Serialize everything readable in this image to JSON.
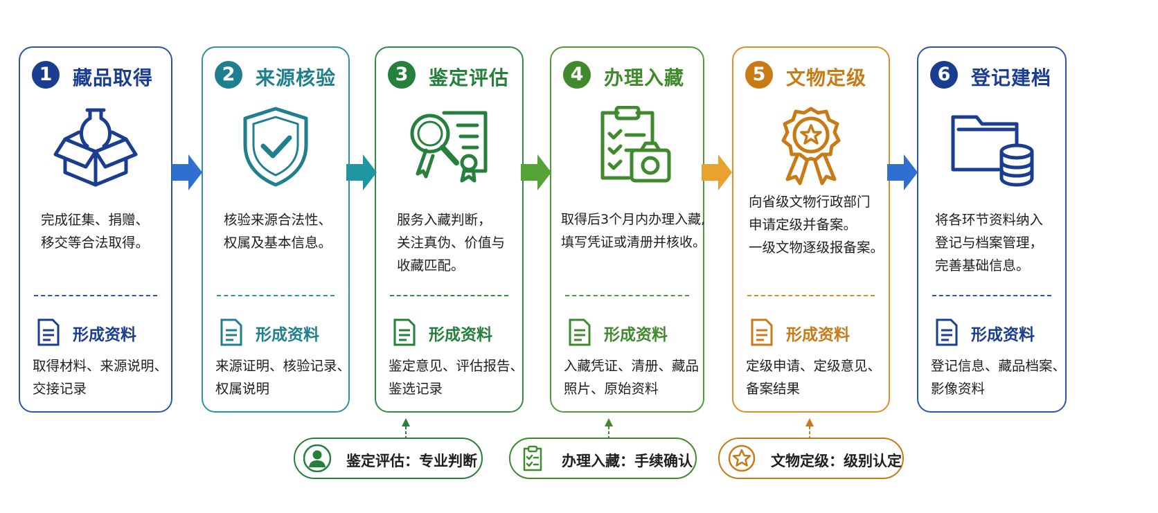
{
  "steps": [
    {
      "number": "1",
      "title": "藏品取得",
      "color": "#1a3d8f",
      "desc": [
        "完成征集、捐赠、",
        "移交等合法取得。"
      ],
      "form_title": "形成资料",
      "form_items": [
        "取得材料、来源说明、",
        "交接记录"
      ],
      "icon": "box-with-vase-icon"
    },
    {
      "number": "2",
      "title": "来源核验",
      "color": "#1f7f8e",
      "desc": [
        "核验来源合法性、",
        "权属及基本信息。"
      ],
      "form_title": "形成资料",
      "form_items": [
        "来源证明、核验记录、",
        "权属说明"
      ],
      "icon": "shield-check-icon"
    },
    {
      "number": "3",
      "title": "鉴定评估",
      "color": "#24803a",
      "desc": [
        "服务入藏判断，",
        "关注真伪、价值与",
        "收藏匹配。"
      ],
      "form_title": "形成资料",
      "form_items": [
        "鉴定意见、评估报告、",
        "鉴选记录"
      ],
      "icon": "magnifier-certificate-icon"
    },
    {
      "number": "4",
      "title": "办理入藏",
      "color": "#3f8a2c",
      "desc": [
        "取得后3个月内办理入藏,",
        "填写凭证或清册并核收。"
      ],
      "form_title": "形成资料",
      "form_items": [
        "入藏凭证、清册、藏品",
        "照片、原始资料"
      ],
      "icon": "clipboard-camera-icon"
    },
    {
      "number": "5",
      "title": "文物定级",
      "color": "#c87a15",
      "desc": [
        "向省级文物行政部门",
        "申请定级并备案。",
        "一级文物逐级报备案。"
      ],
      "form_title": "形成资料",
      "form_items": [
        "定级申请、定级意见、",
        "备案结果"
      ],
      "icon": "award-medal-icon"
    },
    {
      "number": "6",
      "title": "登记建档",
      "color": "#1a3d8f",
      "desc": [
        "将各环节资料纳入",
        "登记与档案管理，",
        "完善基础信息。"
      ],
      "form_title": "形成资料",
      "form_items": [
        "登记信息、藏品档案、",
        "影像资料"
      ],
      "icon": "folder-database-icon"
    }
  ],
  "arrow_colors": [
    "#2f6fd0",
    "#1f97a3",
    "#55a236",
    "#e8a22d",
    "#2f6fd0"
  ],
  "notes": [
    {
      "text": "鉴定评估：专业判断",
      "color": "#24803a",
      "icon": "person-icon"
    },
    {
      "text": "办理入藏：手续确认",
      "color": "#3f8a2c",
      "icon": "clipboard-check-icon"
    },
    {
      "text": "文物定级：级别认定",
      "color": "#c87a15",
      "icon": "star-circle-icon"
    }
  ]
}
